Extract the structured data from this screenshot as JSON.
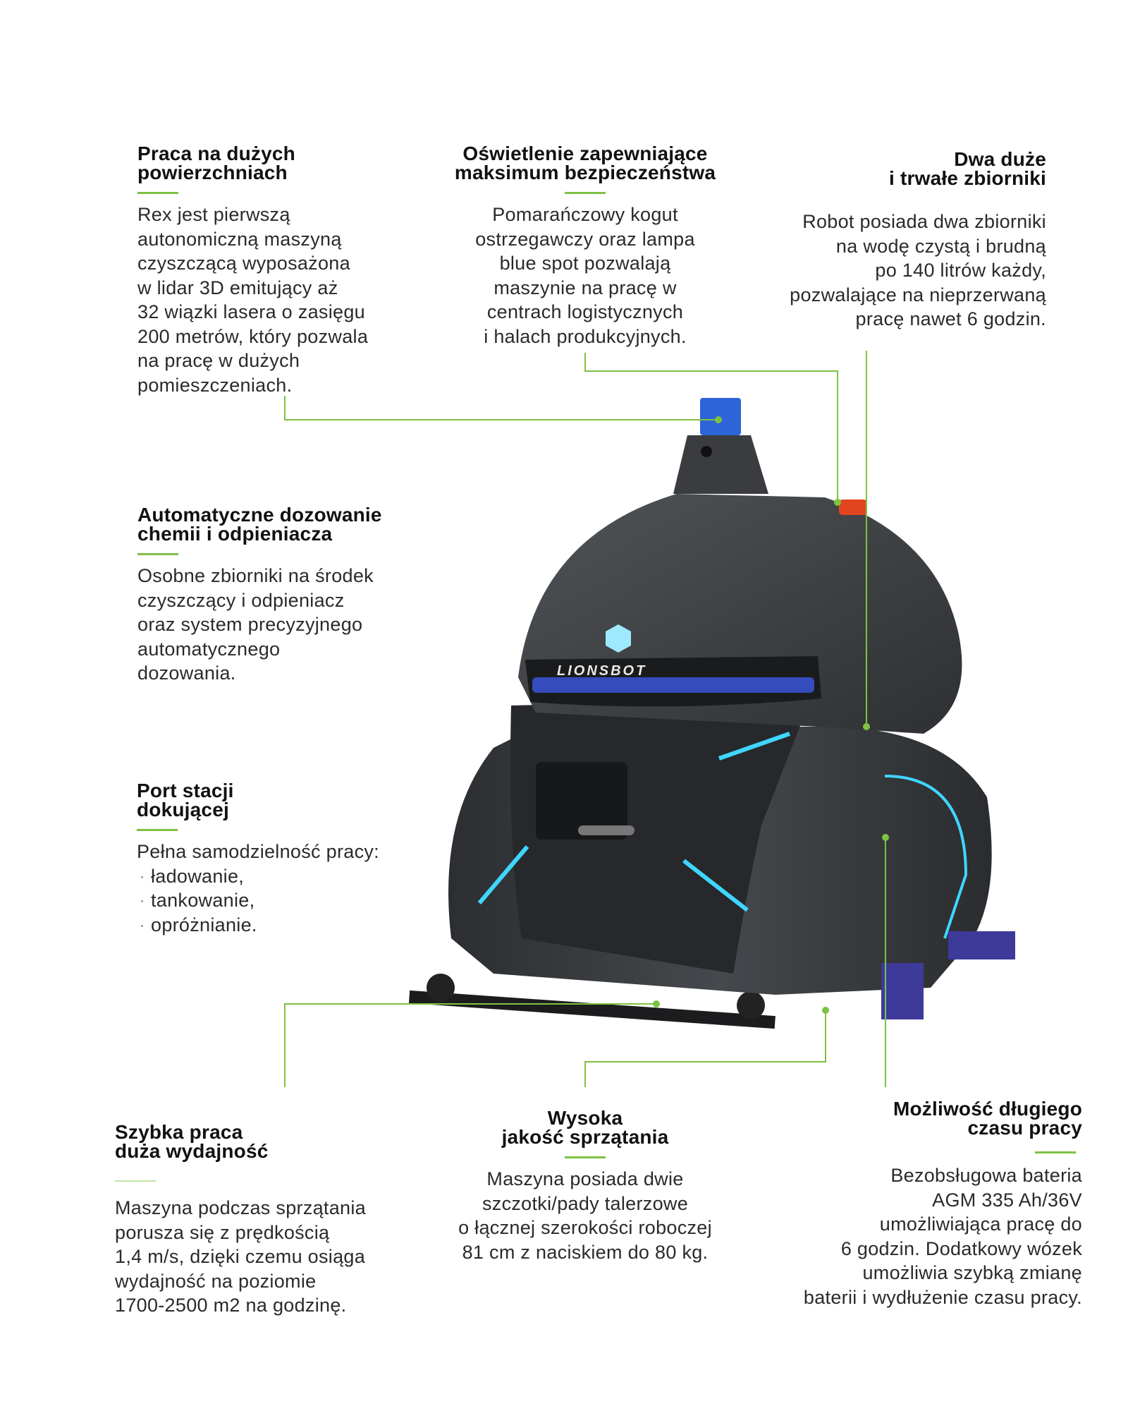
{
  "accent_color": "#7dc242",
  "robot_brand": "LIONSBOT",
  "features": {
    "large_surfaces": {
      "title": [
        "Praca na dużych",
        "powierzchniach"
      ],
      "body": [
        "Rex jest pierwszą",
        "autonomiczną maszyną",
        "czyszczącą wyposażona",
        "w lidar 3D emitujący aż",
        "32 wiązki lasera o zasięgu",
        "200 metrów, który pozwala",
        "na pracę w dużych",
        "pomieszczeniach."
      ]
    },
    "lighting": {
      "title": [
        "Oświetlenie zapewniające",
        "maksimum bezpieczeństwa"
      ],
      "body": [
        "Pomarańczowy kogut",
        "ostrzegawczy oraz lampa",
        "blue spot pozwalają",
        "maszynie na pracę w",
        "centrach logistycznych",
        "i halach produkcyjnych."
      ]
    },
    "tanks": {
      "title": [
        "Dwa duże",
        "i trwałe zbiorniki"
      ],
      "body": [
        "Robot posiada dwa zbiorniki",
        "na wodę czystą i brudną",
        "po 140 litrów każdy,",
        "pozwalające na nieprzerwaną",
        "pracę nawet 6 godzin."
      ]
    },
    "dosing": {
      "title": [
        "Automatyczne dozowanie",
        "chemii i odpieniacza"
      ],
      "body": [
        "Osobne zbiorniki na środek",
        "czyszczący i odpieniacz",
        "oraz system precyzyjnego",
        "automatycznego",
        "dozowania."
      ]
    },
    "docking": {
      "title": [
        "Port stacji",
        "dokującej"
      ],
      "body": [
        "Pełna samodzielność pracy:"
      ],
      "items": [
        "ładowanie,",
        "tankowanie,",
        "opróżnianie."
      ]
    },
    "speed": {
      "title": [
        "Szybka praca",
        "duża wydajność"
      ],
      "body": [
        "Maszyna podczas sprzątania",
        "porusza się z prędkością",
        "1,4 m/s, dzięki czemu osiąga",
        "wydajność na poziomie",
        "1700-2500 m2 na godzinę."
      ]
    },
    "quality": {
      "title": [
        "Wysoka",
        "jakość sprzątania"
      ],
      "body": [
        "Maszyna posiada dwie",
        "szczotki/pady talerzowe",
        "o łącznej szerokości roboczej",
        "81 cm z naciskiem do 80 kg."
      ]
    },
    "runtime": {
      "title": [
        "Możliwość długiego",
        "czasu pracy"
      ],
      "body": [
        "Bezobsługowa bateria",
        "AGM 335 Ah/36V",
        "umożliwiająca pracę do",
        "6 godzin. Dodatkowy wózek",
        "umożliwia szybką zmianę",
        "baterii i wydłużenie czasu pracy."
      ]
    }
  }
}
